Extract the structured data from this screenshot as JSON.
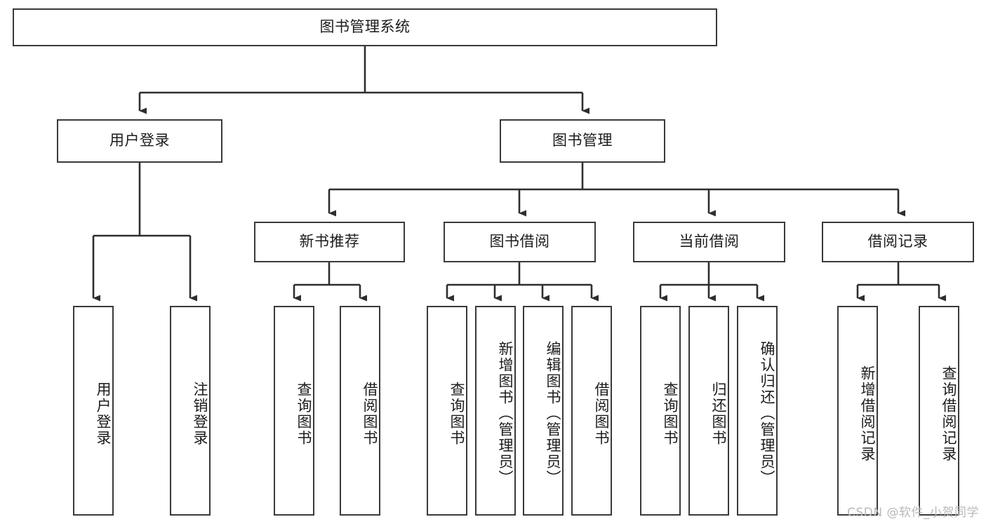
{
  "diagram": {
    "title": "图书管理系统",
    "type": "tree-hierarchy",
    "line_color": "#3a3a3a",
    "box_fill": "#ffffff",
    "text_color": "#1c1c1c",
    "root": {
      "label": "图书管理系统"
    },
    "level2": [
      {
        "label": "用户登录"
      },
      {
        "label": "图书管理"
      }
    ],
    "level3": [
      {
        "label": "新书推荐"
      },
      {
        "label": "图书借阅"
      },
      {
        "label": "当前借阅"
      },
      {
        "label": "借阅记录"
      }
    ],
    "leaves": {
      "user_login": [
        {
          "label": "用户登录"
        },
        {
          "label": "注销登录"
        }
      ],
      "new_book": [
        {
          "label": "查询图书"
        },
        {
          "label": "借阅图书"
        }
      ],
      "book_borrow": [
        {
          "label": "查询图书"
        },
        {
          "label": "新增图书（管理员）"
        },
        {
          "label": "编辑图书（管理员）"
        },
        {
          "label": "借阅图书"
        }
      ],
      "current_borrow": [
        {
          "label": "查询图书"
        },
        {
          "label": "归还图书"
        },
        {
          "label": "确认归还（管理员）"
        }
      ],
      "borrow_record": [
        {
          "label": "新增借阅记录"
        },
        {
          "label": "查询借阅记录"
        }
      ]
    }
  },
  "watermark": {
    "text": "CSDN @软件_小贺同学",
    "color": "#b9b9b9"
  }
}
